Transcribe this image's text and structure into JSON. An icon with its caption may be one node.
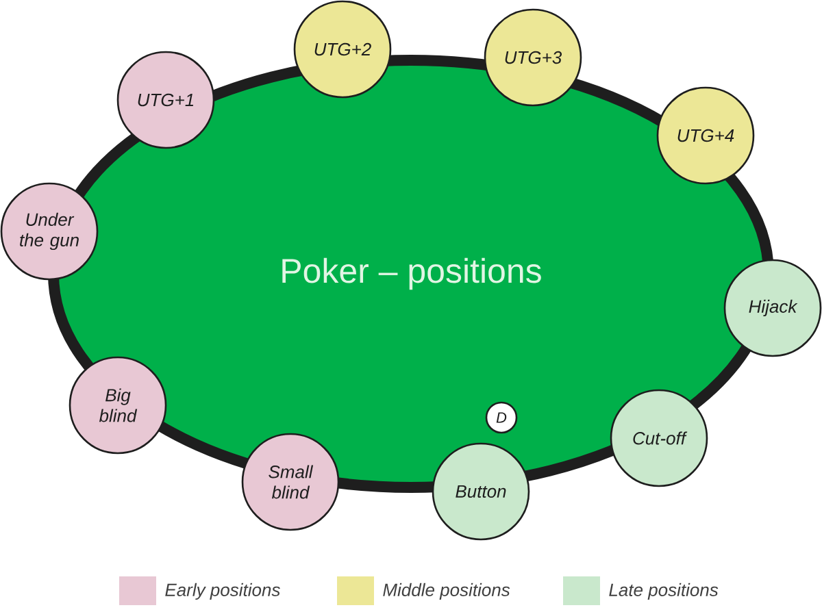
{
  "diagram": {
    "nodes": [
      {
        "text": [
          "Poker – positions"
        ]
      },
      {
        "text": [
          "UTG+2"
        ]
      },
      {
        "text": [
          "UTG+3"
        ]
      },
      {
        "text": [
          "UTG+1"
        ]
      },
      {
        "text": [
          "UTG+4"
        ]
      },
      {
        "text": [
          "Under the gun"
        ]
      },
      {
        "text": [
          "Hijack"
        ]
      },
      {
        "text": [
          "D"
        ],
        "in": 0
      },
      {
        "text": [
          "Big blind"
        ]
      },
      {
        "text": [
          "Cut-off"
        ]
      },
      {
        "text": [
          "Small blind"
        ]
      },
      {
        "text": [
          "Button"
        ]
      }
    ],
    "edges": [],
    "legend": [
      {
        "text": "Early positions",
        "color": "#e8c8d4"
      },
      {
        "text": "Middle positions",
        "color": "#ece796"
      },
      {
        "text": "Late positions",
        "color": "#c9e8cc"
      }
    ]
  }
}
